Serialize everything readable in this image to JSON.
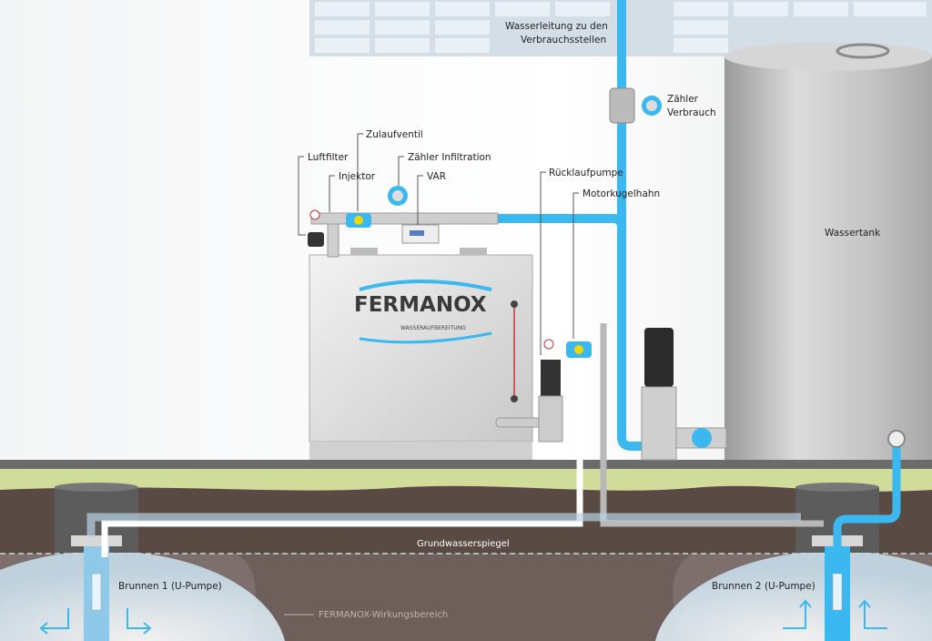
{
  "labels": {
    "water_line": [
      "Wasserleitung zu den",
      "Verbrauchsstellen"
    ],
    "meter_consumption": [
      "Zähler",
      "Verbrauch"
    ],
    "inlet_valve": "Zulaufventil",
    "air_filter": "Luftfilter",
    "meter_infiltration": "Zähler Infiltration",
    "injector": "Injektor",
    "var": "VAR",
    "return_pump": "Rücklaufpumpe",
    "motor_ball_valve": "Motorkugelhahn",
    "water_tank": "Wassertank",
    "groundwater_level": "Grundwasserspiegel",
    "well_1": "Brunnen 1 (U-Pumpe)",
    "well_2": "Brunnen 2 (U-Pumpe)",
    "effect_area": "FERMANOX-Wirkungsbereich"
  },
  "unit": {
    "brand": "FERMANOX",
    "tagline": "WASSERAUFBEREITUNG"
  },
  "colors": {
    "water": "#3bb8ef",
    "soil": "#5a4a44",
    "grass": "#cfdc9a",
    "steel": "#c9c9c9"
  }
}
